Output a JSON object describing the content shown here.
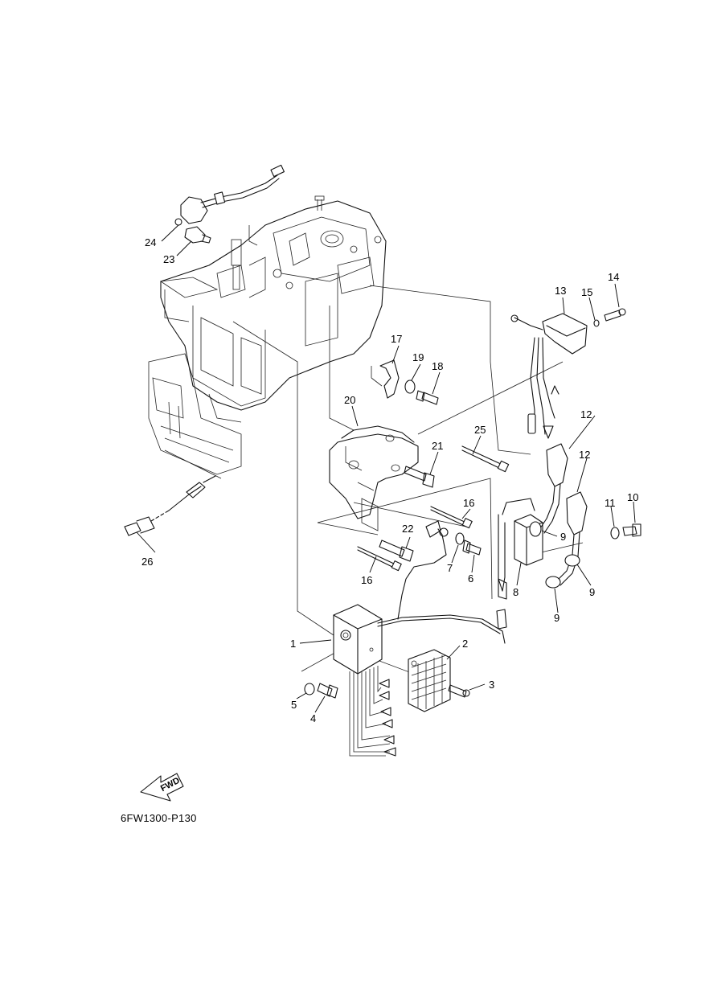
{
  "diagram_code": "6FW1300-P130",
  "fwd_label": "FWD",
  "callouts": {
    "c1": "1",
    "c2": "2",
    "c3": "3",
    "c4": "4",
    "c5": "5",
    "c6": "6",
    "c7": "7",
    "c8": "8",
    "c9a": "9",
    "c9b": "9",
    "c9c": "9",
    "c10": "10",
    "c11": "11",
    "c12a": "12",
    "c12b": "12",
    "c13": "13",
    "c14": "14",
    "c15": "15",
    "c16a": "16",
    "c16b": "16",
    "c17": "17",
    "c18": "18",
    "c19": "19",
    "c20": "20",
    "c21": "21",
    "c22": "22",
    "c23": "23",
    "c24": "24",
    "c25": "25",
    "c26": "26"
  }
}
